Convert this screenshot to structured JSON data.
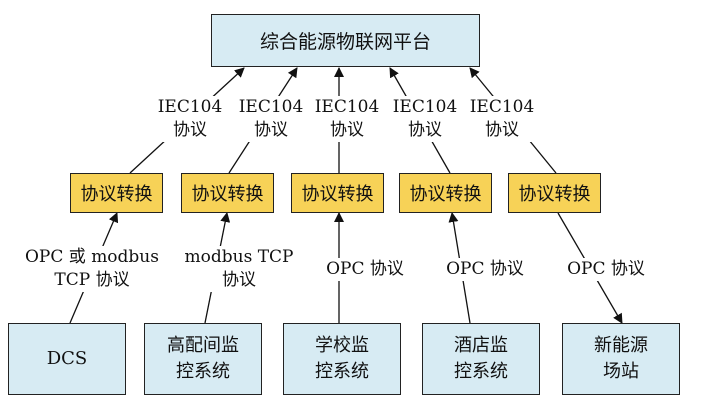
{
  "platform": {
    "label": "综合能源物联网平台"
  },
  "converters": [
    {
      "label": "协议转换"
    },
    {
      "label": "协议转换"
    },
    {
      "label": "协议转换"
    },
    {
      "label": "协议转换"
    },
    {
      "label": "协议转换"
    }
  ],
  "upper_links": [
    {
      "line1": "IEC104",
      "line2": "协议"
    },
    {
      "line1": "IEC104",
      "line2": "协议"
    },
    {
      "line1": "IEC104",
      "line2": "协议"
    },
    {
      "line1": "IEC104",
      "line2": "协议"
    },
    {
      "line1": "IEC104",
      "line2": "协议"
    }
  ],
  "lower_links": [
    {
      "line1": "OPC 或 modbus",
      "line2": "TCP 协议"
    },
    {
      "line1": "modbus TCP",
      "line2": "协议"
    },
    {
      "line1": "OPC 协议",
      "line2": ""
    },
    {
      "line1": "OPC 协议",
      "line2": ""
    },
    {
      "line1": "OPC 协议",
      "line2": ""
    }
  ],
  "sources": [
    {
      "line1": "DCS",
      "line2": ""
    },
    {
      "line1": "高配间监",
      "line2": "控系统"
    },
    {
      "line1": "学校监",
      "line2": "控系统"
    },
    {
      "line1": "酒店监",
      "line2": "控系统"
    },
    {
      "line1": "新能源",
      "line2": "场站"
    }
  ],
  "colors": {
    "platform_fill": "#d7ebf3",
    "converter_fill": "#f7d257",
    "source_fill": "#d7ebf3",
    "stroke": "#222222"
  }
}
